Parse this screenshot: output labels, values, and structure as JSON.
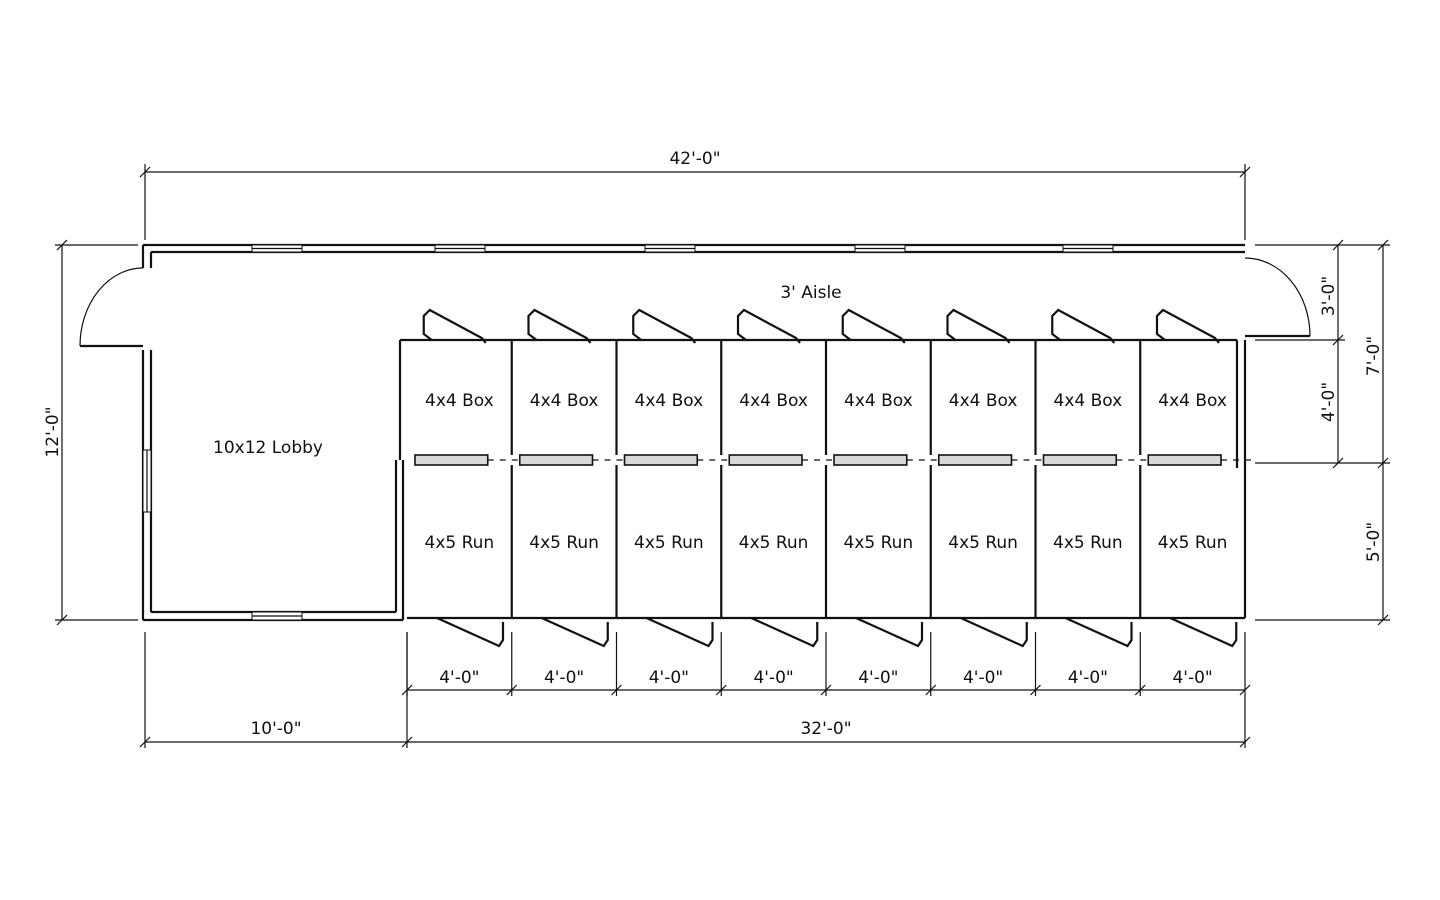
{
  "plan": {
    "aisle_label": "3' Aisle",
    "lobby_label": "10x12 Lobby",
    "box_label": "4x4 Box",
    "run_label": "4x5 Run",
    "box_count": 8,
    "run_count": 8
  },
  "dimensions": {
    "overall_width": "42'-0\"",
    "overall_depth": "12'-0\"",
    "aisle_depth": "3'-0\"",
    "box_depth": "4'-0\"",
    "aisle_plus_box": "7'-0\"",
    "run_depth": "5'-0\"",
    "lobby_width": "10'-0\"",
    "kennel_width": "32'-0\"",
    "bay_width": "4'-0\""
  },
  "colors": {
    "line": "#111111",
    "wall_fill": "#d9d9d9",
    "background": "#ffffff"
  }
}
